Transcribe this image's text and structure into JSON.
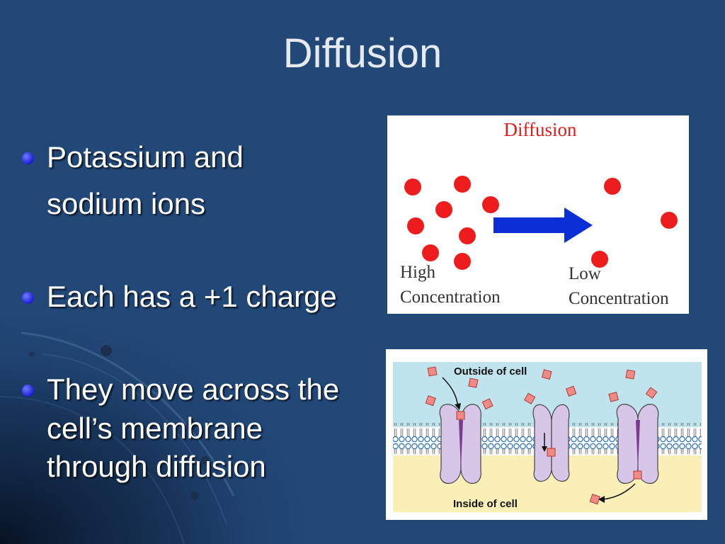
{
  "slide": {
    "title": "Diffusion",
    "bullets": [
      {
        "lines": [
          "Potassium and",
          " sodium ions"
        ]
      },
      {
        "lines": [
          "Each has a +1 charge"
        ]
      },
      {
        "lines": [
          "They move across the",
          "cell’s membrane",
          "through diffusion"
        ]
      }
    ]
  },
  "diagram_top": {
    "title": "Diffusion",
    "left_label": [
      "High",
      "Concentration"
    ],
    "right_label": [
      "Low",
      "Concentration"
    ],
    "colors": {
      "particle": "#ee1c1c",
      "arrow": "#0a2fd6",
      "title": "#e01c1c"
    }
  },
  "diagram_bottom": {
    "outside_label": "Outside of cell",
    "inside_label": "Inside of cell",
    "colors": {
      "outside": "#bfe4ee",
      "inside": "#fbefb8",
      "protein": "#d8c6e8",
      "ion": "#f08a84"
    }
  }
}
